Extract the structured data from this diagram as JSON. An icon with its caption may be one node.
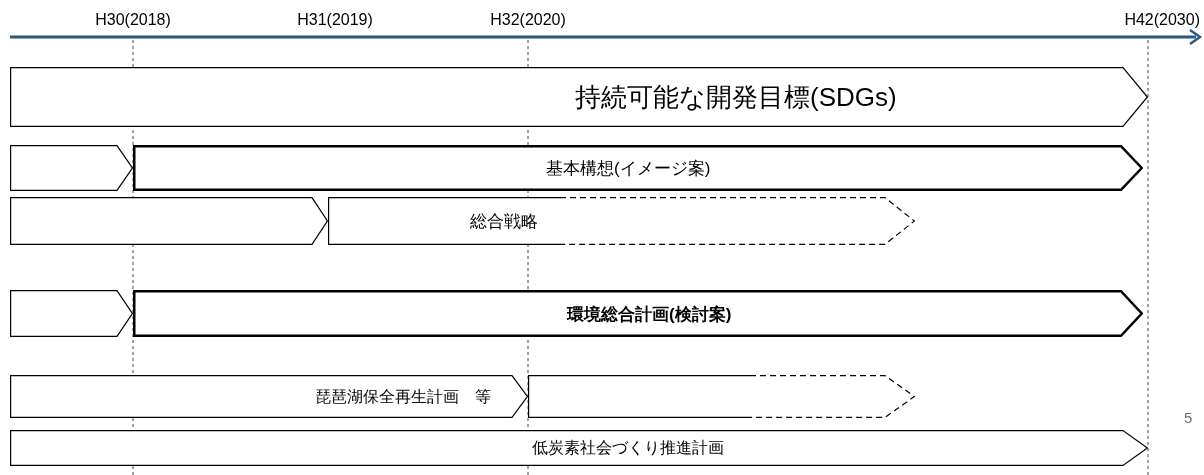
{
  "diagram": {
    "nodes": [
      {
        "text": [
          "持続可能な開発目標(SDGs)"
        ]
      },
      {
        "text": [],
        "shape": "chevron"
      },
      {
        "text": [
          "基本構想(イメージ案)"
        ]
      },
      {
        "text": [],
        "shape": "chevron"
      },
      {
        "text": [
          "総合戦略"
        ]
      },
      {
        "text": [],
        "shape": "chevron"
      },
      {
        "text": [
          "環境総合計画(検討案)"
        ]
      },
      {
        "text": [
          "琵琶湖保全再生計画　等"
        ]
      },
      {
        "text": [],
        "shape": "chevron"
      },
      {
        "text": [
          "低炭素社会づくり推進計画"
        ]
      }
    ],
    "labels": [
      "H30(2018)",
      "H31(2019)",
      "H32(2020)",
      "H42(2030)",
      "5"
    ]
  }
}
